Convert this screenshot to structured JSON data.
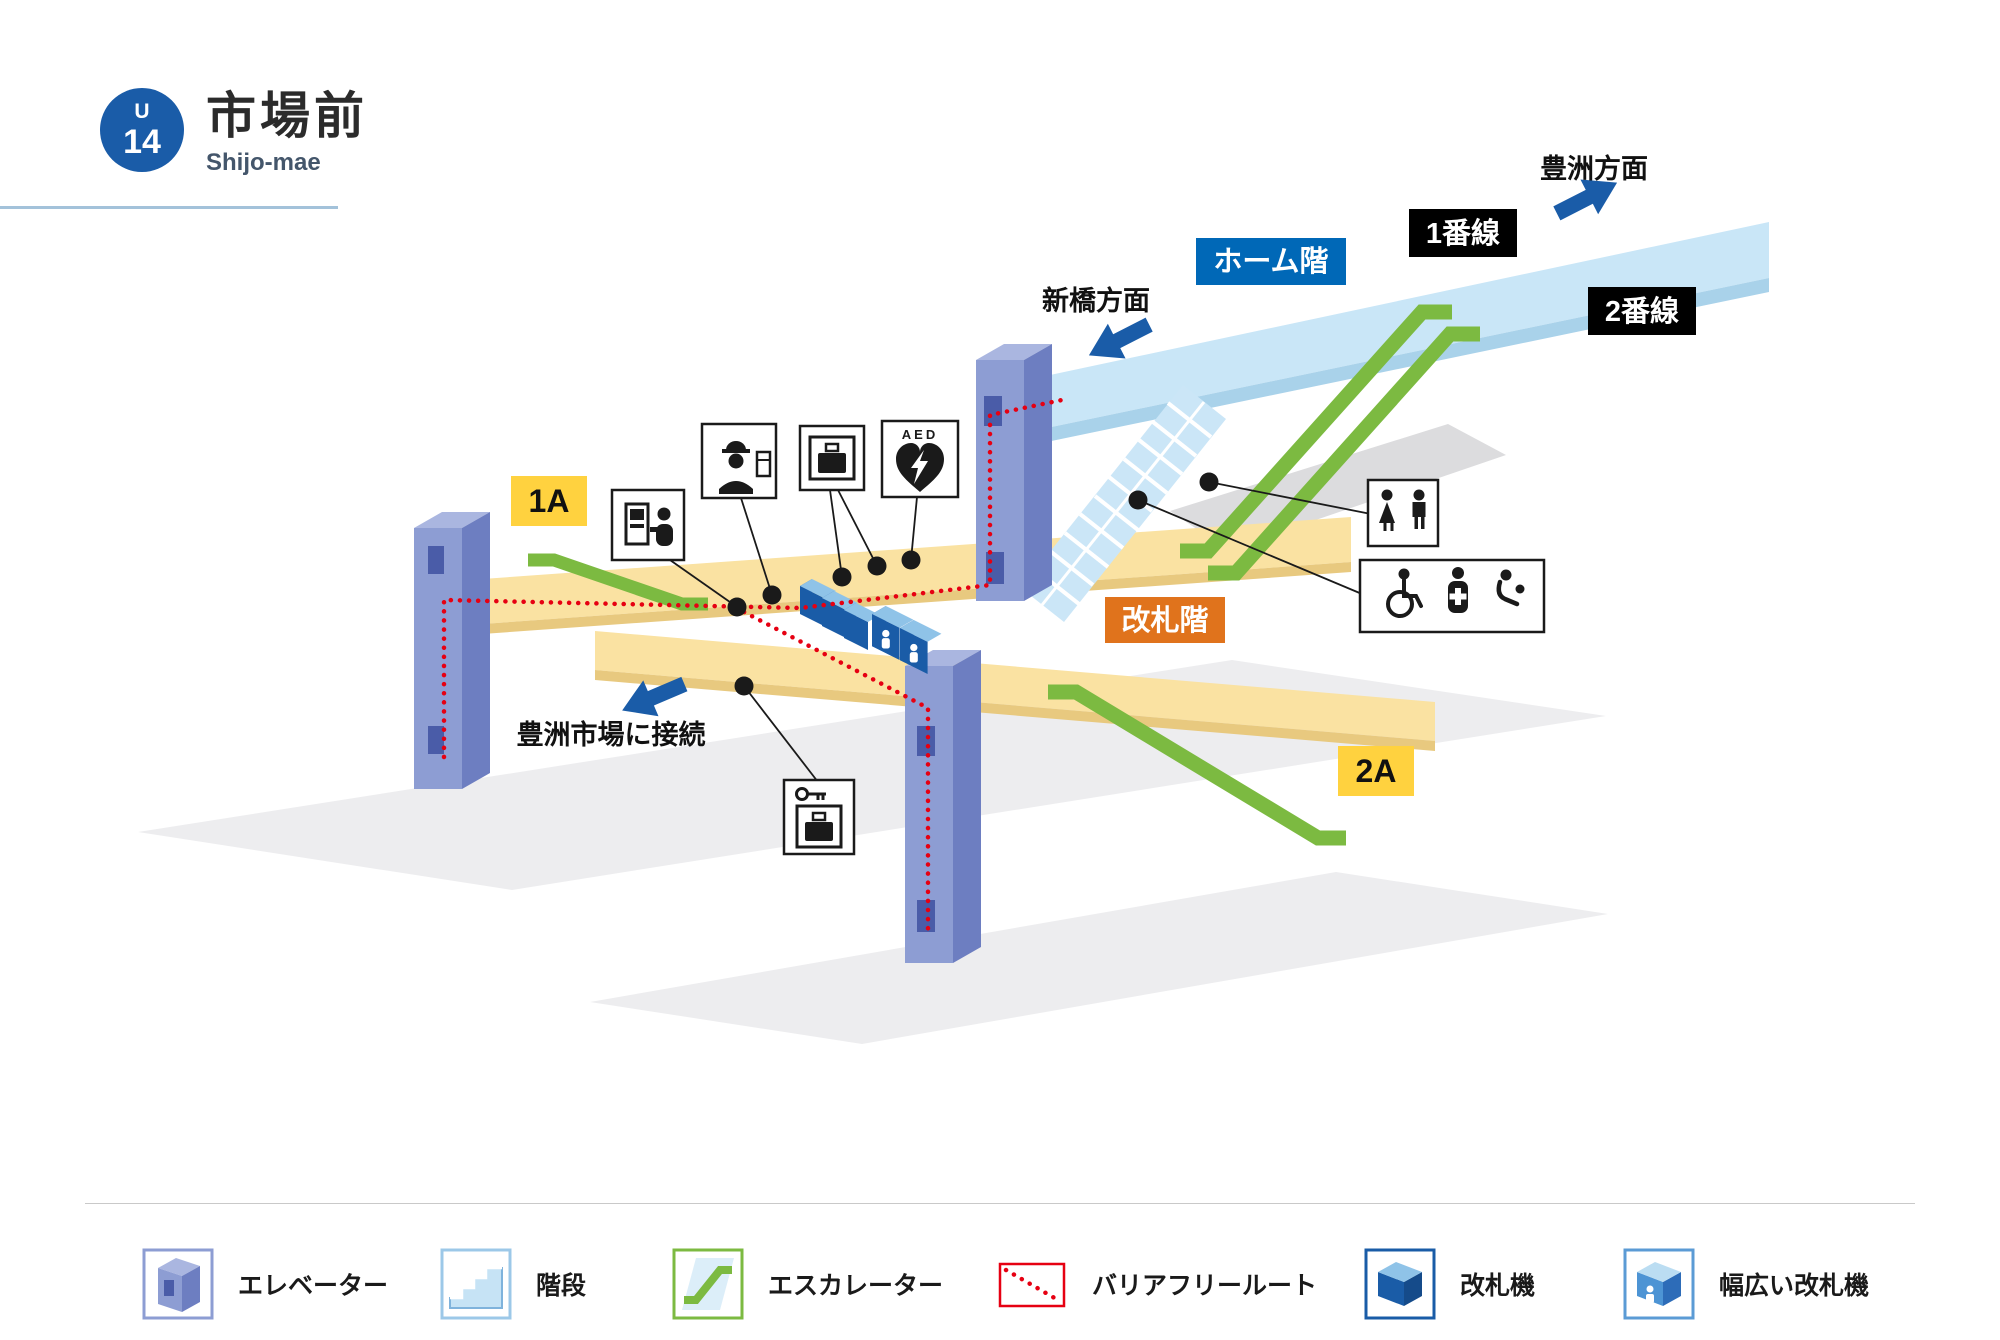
{
  "header": {
    "line_letter": "U",
    "station_number": "14",
    "station_name_ja": "市場前",
    "station_name_en": "Shijo-mae"
  },
  "map": {
    "directions": {
      "toyosu": "豊洲方面",
      "shimbashi": "新橋方面",
      "toyosu_market": "豊洲市場に接続"
    },
    "floors": {
      "platform": "ホーム階",
      "gate": "改札階"
    },
    "tracks": {
      "track1": "1番線",
      "track2": "2番線"
    },
    "exits": {
      "exit_1a": "1A",
      "exit_2a": "2A"
    },
    "aed_label": "AED",
    "facilities": [
      "ticket-vending-machine",
      "station-staff-window",
      "coin-lockers",
      "aed",
      "restrooms",
      "accessible-restroom-baby-care",
      "coin-lockers-south"
    ],
    "colors": {
      "line_blue": "#1A5CA8",
      "platform_band": "#C9E6F7",
      "platform_band_edge": "#A9D2EA",
      "concourse_band": "#FAE2A2",
      "concourse_band_edge": "#E8C97F",
      "ground": "#EDEDEF",
      "track_bed": "#DCDCDE",
      "elevator_front": "#8D9DD3",
      "elevator_side": "#6D7EC1",
      "elevator_top": "#AAB6E0",
      "escalator_green": "#7CBA41",
      "stairs_blue": "#CBE6F7",
      "platform_label_bg": "#0068B7",
      "gate_label_bg": "#E0731C",
      "track_label_bg": "#000000",
      "exit_label_bg": "#FFD23F",
      "barrier_free_red": "#E60012",
      "gate_machine_blue": "#1A5CA7"
    }
  },
  "legend": {
    "items": [
      {
        "name": "elevator",
        "label": "エレベーター"
      },
      {
        "name": "stairs",
        "label": "階段"
      },
      {
        "name": "escalator",
        "label": "エスカレーター"
      },
      {
        "name": "barrier-free-route",
        "label": "バリアフリールート"
      },
      {
        "name": "ticket-gate",
        "label": "改札機"
      },
      {
        "name": "wide-ticket-gate",
        "label": "幅広い改札機"
      }
    ]
  }
}
